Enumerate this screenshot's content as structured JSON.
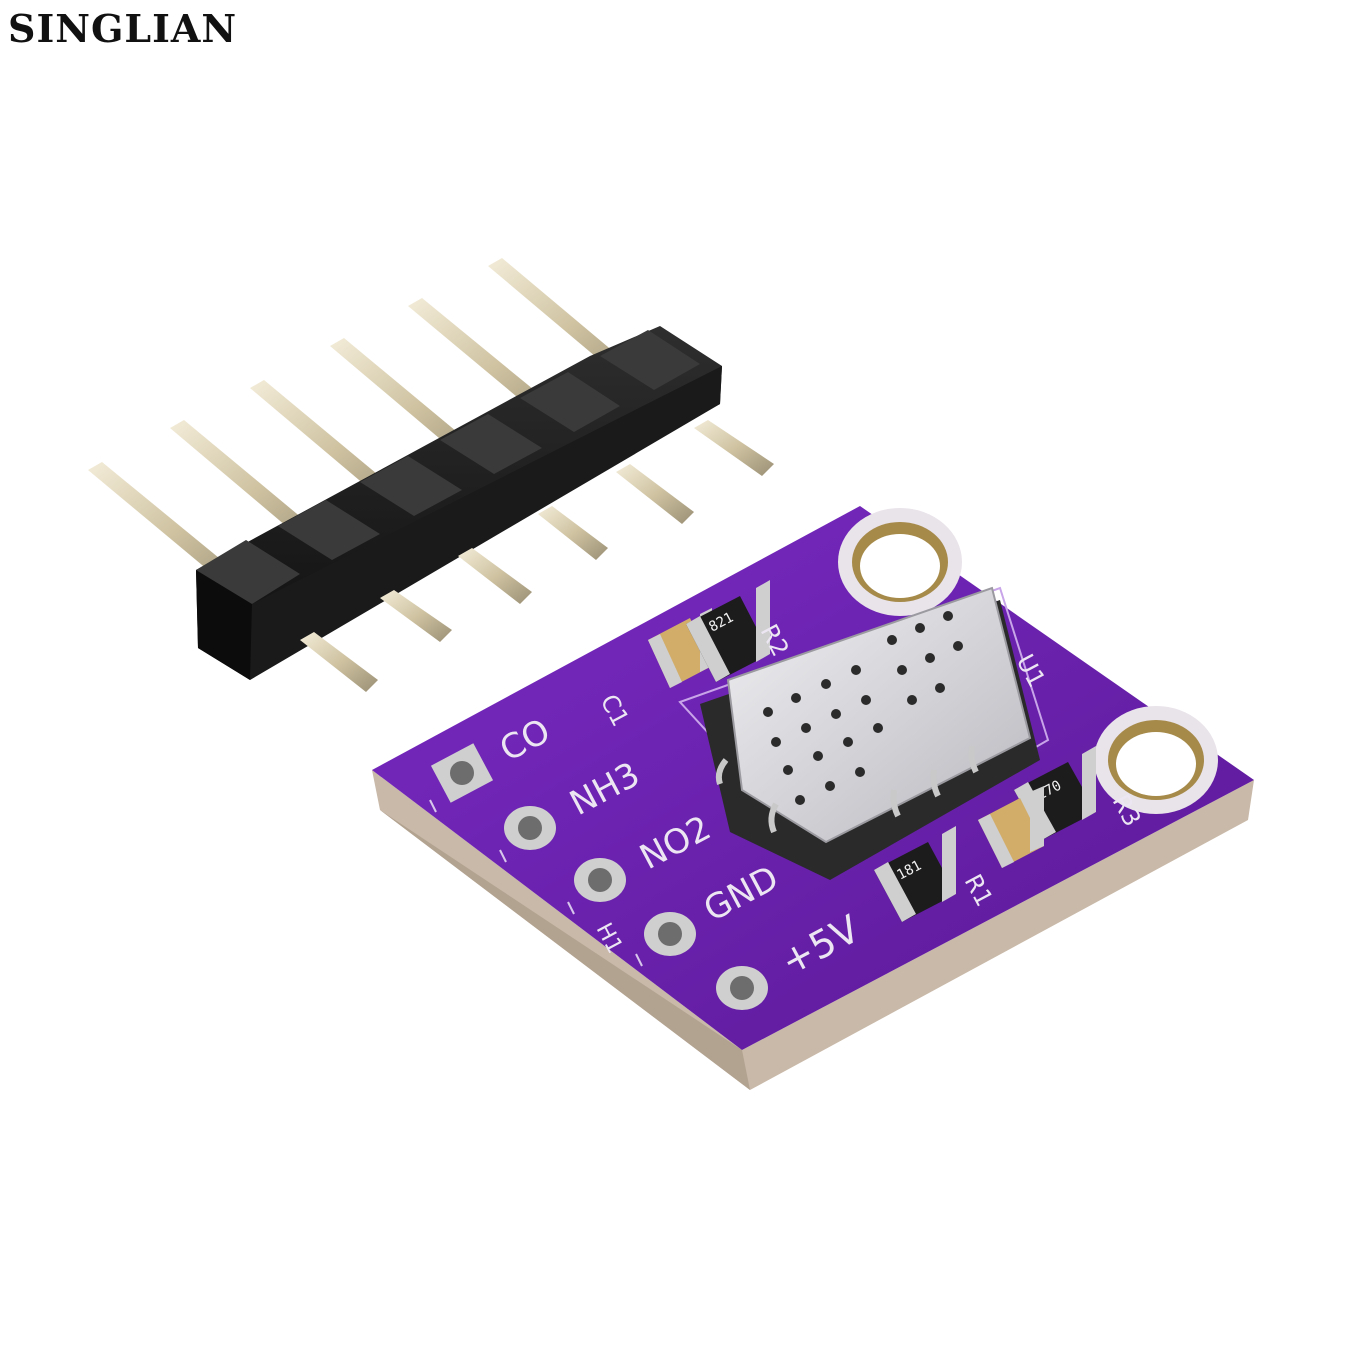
{
  "watermark": "SINGLIAN",
  "pcb": {
    "pin_labels": [
      "CO",
      "NH3",
      "NO2",
      "GND",
      "+5V"
    ],
    "component_labels": {
      "r2": "R2",
      "c_left": "C1",
      "u1": "U1",
      "r3": "R3",
      "r1": "R1",
      "h1": "H1"
    },
    "resistor_codes": {
      "r2": "821",
      "r3": "270",
      "r1": "181"
    }
  },
  "colors": {
    "pcb_purple": "#6a1fb0",
    "header_black": "#1c1c1c",
    "pin_gold": "#d9cdb0",
    "sensor_silver": "#d8d8dc"
  }
}
